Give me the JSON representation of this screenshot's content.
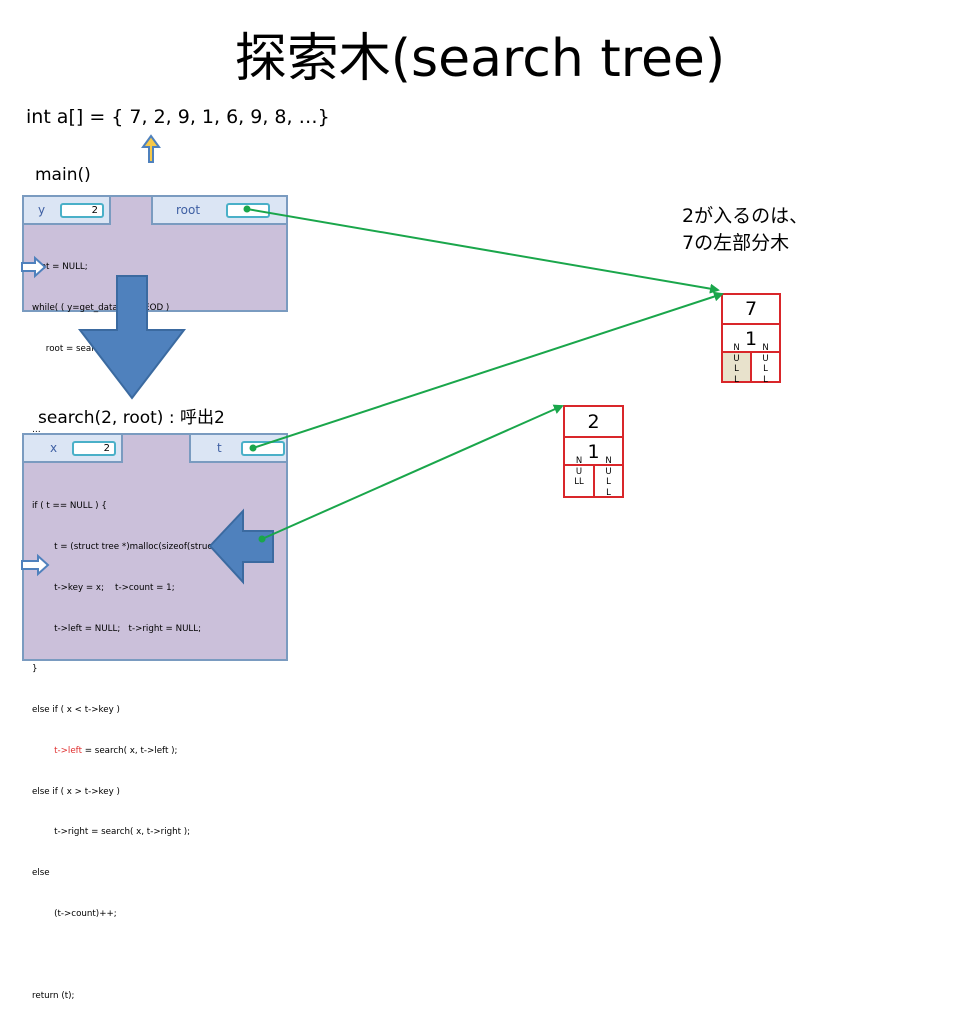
{
  "slide": {
    "title": "探索木(search tree)",
    "array_decl": "int a[] = { 7, 2, 9, 1, 6, 9, 8, …}",
    "main_label": "main()",
    "search_label": "search(2, root) : 呼出2",
    "note_line1": "2が入るのは、",
    "note_line2": "7の左部分木"
  },
  "main_frame": {
    "var_y": "y",
    "val_y": "2",
    "var_root": "root",
    "code": [
      "root = NULL;",
      "while( ( y=get_data() )!= EOD )",
      "     root = search( y, root )",
      "",
      "…"
    ]
  },
  "search_frame": {
    "var_x": "x",
    "val_x": "2",
    "var_t": "t",
    "code": [
      "if ( t == NULL ) {",
      "        t = (struct tree *)malloc(sizeof(struct tree));",
      "        t->key = x;    t->count = 1;",
      "        t->left = NULL;   t->right = NULL;",
      "}",
      "else if ( x < t->key )",
      "        t->left = search( x, t->left );",
      "else if ( x > t->key )",
      "        t->right = search( x, t->right );",
      "else",
      "        (t->count)++;",
      "",
      "return (t);"
    ],
    "code_red_part": "t->left",
    "code_line7_rest": " = search( x, t->left );"
  },
  "node_7": {
    "key": "7",
    "count": "1",
    "left": "NULL",
    "right": "NULL"
  },
  "node_2": {
    "key": "2",
    "count": "1",
    "left": "NULL",
    "right": "NULL"
  },
  "colors": {
    "frame_fill": "#cbc0da",
    "frame_border": "#7a9bc0",
    "node_border": "#d9262a",
    "pointer_line": "#1aa64b",
    "big_arrow": "#4f81bd",
    "small_arrow": "#f7c948"
  }
}
